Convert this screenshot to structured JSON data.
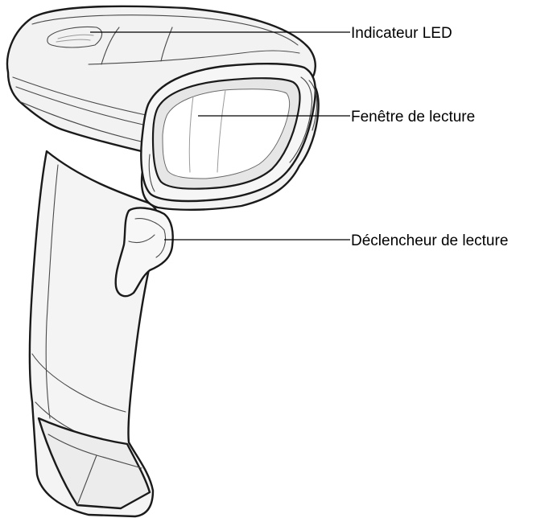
{
  "callouts": {
    "led": "Indicateur LED",
    "window": "Fenêtre de lecture",
    "trigger": "Déclencheur de lecture"
  }
}
